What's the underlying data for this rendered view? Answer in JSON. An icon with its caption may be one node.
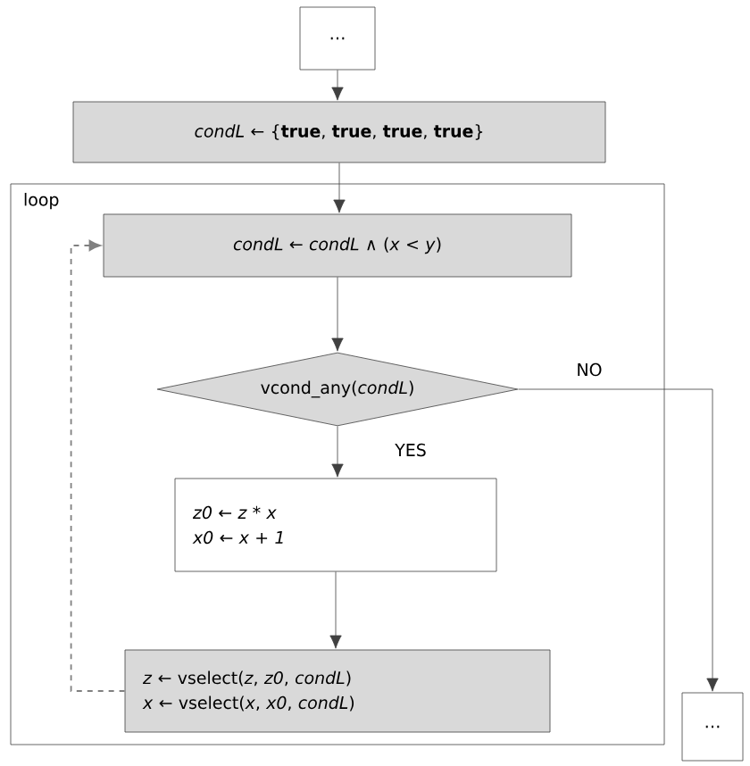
{
  "diagram": {
    "nodes": [
      {
        "text": [
          "…"
        ]
      },
      {
        "text": [
          "*condL* ← {**true**, **true**, **true**, **true**}"
        ]
      },
      {
        "text": [
          "loop"
        ]
      },
      {
        "text": [
          "*condL* ←  *condL* ∧ (*x* < *y*)"
        ],
        "in": 2
      },
      {
        "text": [
          "vcond_any(*condL*)"
        ],
        "in": 2
      },
      {
        "text": [
          "z0 ← z * x",
          "x0 ← x + 1"
        ],
        "in": 2
      },
      {
        "text": [
          "*z* ← vselect(*z*, *z0*, *condL*)",
          "*x* ← vselect(*x*, *x0*, *condL*)"
        ],
        "in": 2
      },
      {
        "text": [
          "…"
        ]
      }
    ],
    "edges": [
      {
        "from": 0,
        "to": 1,
        "arrow": "to"
      },
      {
        "from": 1,
        "to": 3,
        "arrow": "to"
      },
      {
        "from": 3,
        "to": 4,
        "arrow": "to"
      },
      {
        "from": 4,
        "to": 5,
        "arrow": "to",
        "label": "YES"
      },
      {
        "from": 5,
        "to": 6,
        "arrow": "to"
      },
      {
        "from": 6,
        "to": 3,
        "arrow": "to",
        "style": "dashed",
        "color": "#808080"
      },
      {
        "from": 4,
        "to": 7,
        "arrow": "to",
        "label": "NO"
      }
    ]
  }
}
